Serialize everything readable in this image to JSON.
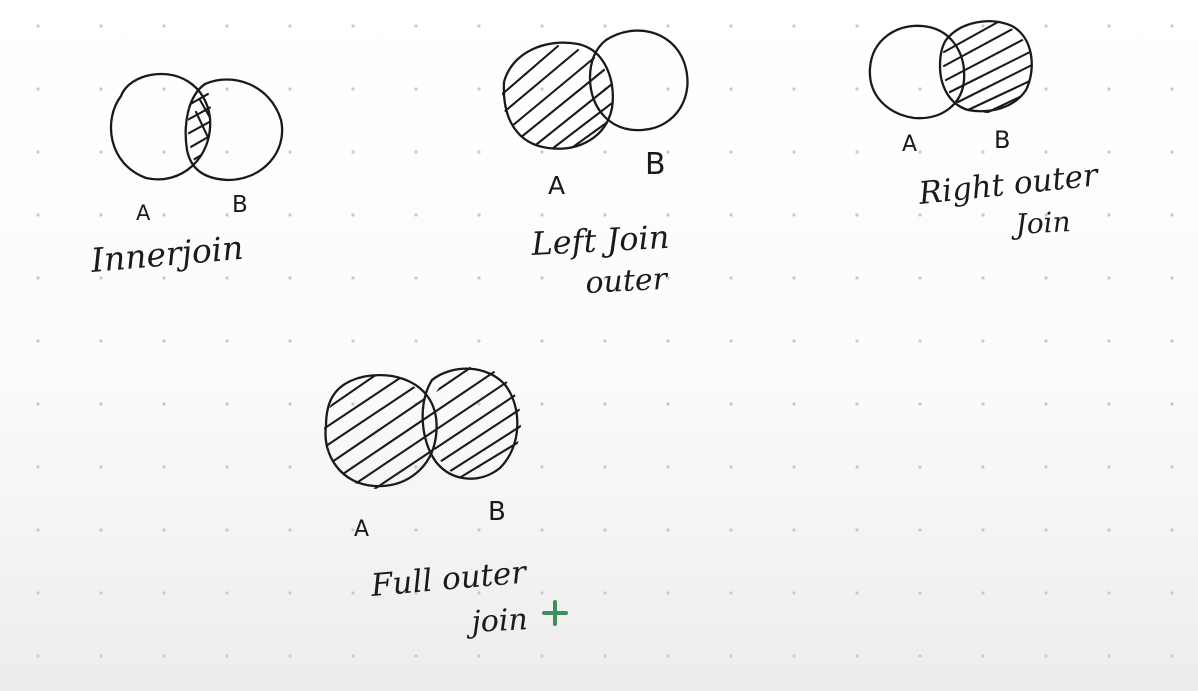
{
  "colors": {
    "ink": "#1a1a1a",
    "grid_dot": "#c9c9c9",
    "cursor": "#3f8f5e",
    "background": "#ffffff"
  },
  "diagrams": {
    "inner": {
      "label_a": "A",
      "label_b": "B",
      "caption_1": "Innerjoin",
      "shaded": "intersection"
    },
    "left": {
      "label_a": "A",
      "label_b": "B",
      "caption_1": "Left Join",
      "caption_2": "outer",
      "shaded": "A"
    },
    "right": {
      "label_a": "A",
      "label_b": "B",
      "caption_1": "Right outer",
      "caption_2": "Join",
      "shaded": "B"
    },
    "full": {
      "label_a": "A",
      "label_b": "B",
      "caption_1": "Full outer",
      "caption_2": "join",
      "shaded": "A and B"
    }
  },
  "cursor_icon": "pen-plus-cursor-icon"
}
